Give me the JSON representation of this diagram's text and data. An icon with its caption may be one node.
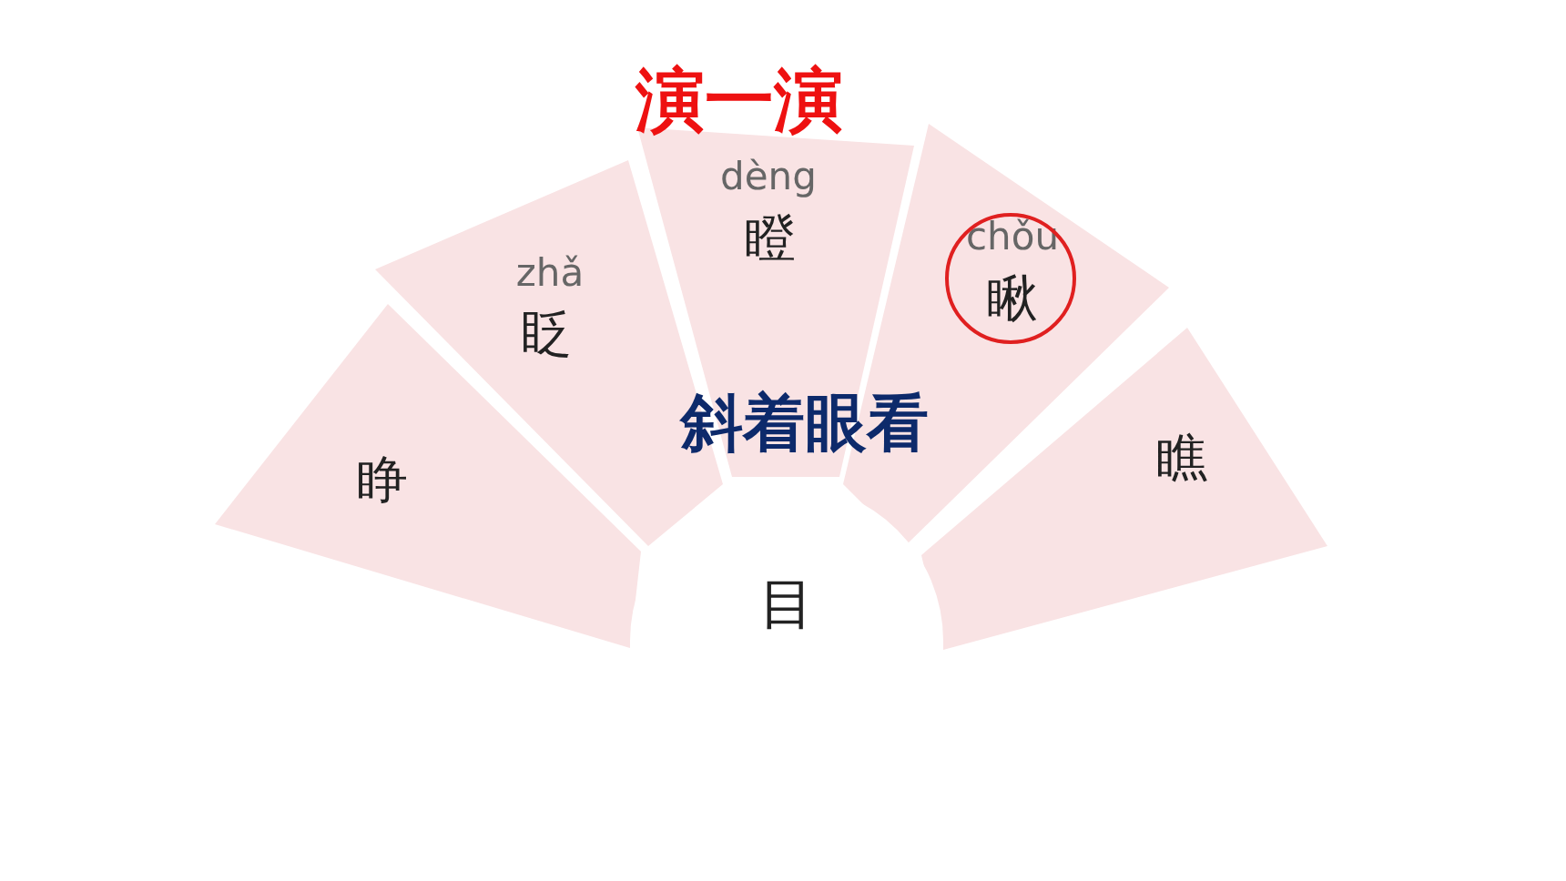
{
  "diagram": {
    "title": "演一演",
    "nodes": [
      {
        "text": [
          "睁"
        ]
      },
      {
        "text": [
          "zhǎ",
          "眨"
        ]
      },
      {
        "text": [
          "dèng",
          "瞪"
        ]
      },
      {
        "text": [
          "chǒu",
          "瞅"
        ]
      },
      {
        "text": [
          "瞧"
        ]
      },
      {
        "text": [
          "目"
        ]
      }
    ],
    "labels": [
      "斜着眼看"
    ]
  }
}
